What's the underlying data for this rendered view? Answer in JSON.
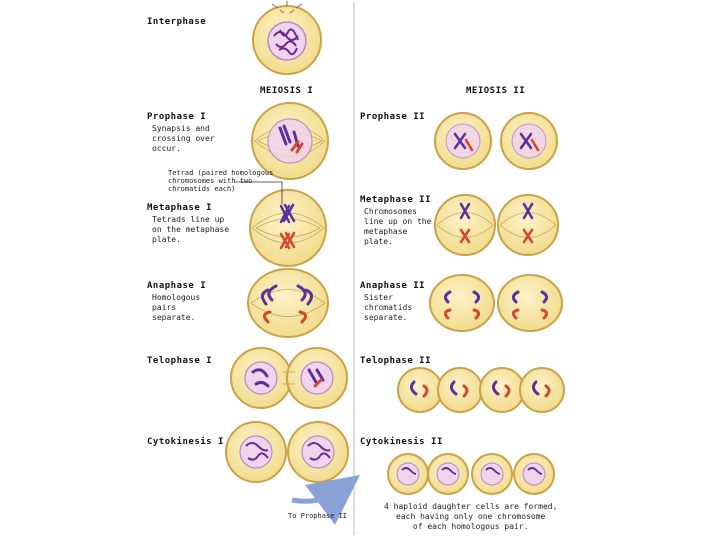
{
  "headers": {
    "meiosis1": "MEIOSIS I",
    "meiosis2": "MEIOSIS II"
  },
  "interphase": {
    "title": "Interphase"
  },
  "prophase1": {
    "title": "Prophase I",
    "desc": "Synapsis and\ncrossing over\noccur."
  },
  "tetrad_note": "Tetrad (paired homologous\nchromosomes with two\nchromatids each)",
  "metaphase1": {
    "title": "Metaphase I",
    "desc": "Tetrads line up\non the metaphase\nplate."
  },
  "anaphase1": {
    "title": "Anaphase I",
    "desc": "Homologous\npairs\nseparate."
  },
  "telophase1": {
    "title": "Telophase I"
  },
  "cytokinesis1": {
    "title": "Cytokinesis I"
  },
  "to_prophase2": "To Prophase II",
  "prophase2": {
    "title": "Prophase II"
  },
  "metaphase2": {
    "title": "Metaphase II",
    "desc": "Chromosomes\nline up on the\nmetaphase\nplate."
  },
  "anaphase2": {
    "title": "Anaphase II",
    "desc": "Sister\nchromatids\nseparate."
  },
  "telophase2": {
    "title": "Telophase II"
  },
  "cytokinesis2": {
    "title": "Cytokinesis II"
  },
  "result": "4 haploid daughter cells are formed,\neach having only one chromosome\nof each homologous pair.",
  "colors": {
    "cell_fill": "#f7e7a6",
    "cell_stroke": "#caa24a",
    "nucleus_fill": "#f0d4ee",
    "nucleus_stroke": "#b987c2",
    "chromatin": "#6a2a8c",
    "chrom_purple": "#5c2f9e",
    "chrom_red": "#d8452a",
    "spindle": "#c7a55d",
    "arrow": "#8aa2d8",
    "divider": "#bfbfbf"
  }
}
